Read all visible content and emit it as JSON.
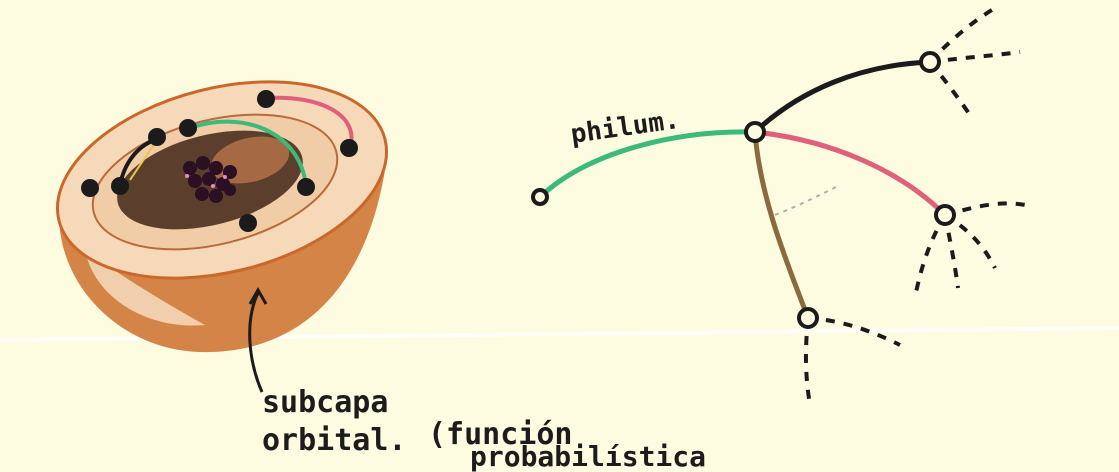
{
  "labels": {
    "philum": "philum.",
    "subcapa": "subcapa",
    "orbital": "orbital.",
    "funcion": "(función",
    "probabilistica": "probabilística"
  },
  "colors": {
    "paper": "#fdfbe0",
    "shell_outer": "#c96b2a",
    "shell_light": "#f3d7b4",
    "cavity": "#5a3e2b",
    "nucleus": "#2b0f22",
    "green": "#3cba7a",
    "pink": "#e0607a",
    "black": "#1b1b1b",
    "brown": "#8b6a3e"
  },
  "icons": [
    "atom-shell-cutaway-illustration",
    "phylum-branching-tree"
  ]
}
